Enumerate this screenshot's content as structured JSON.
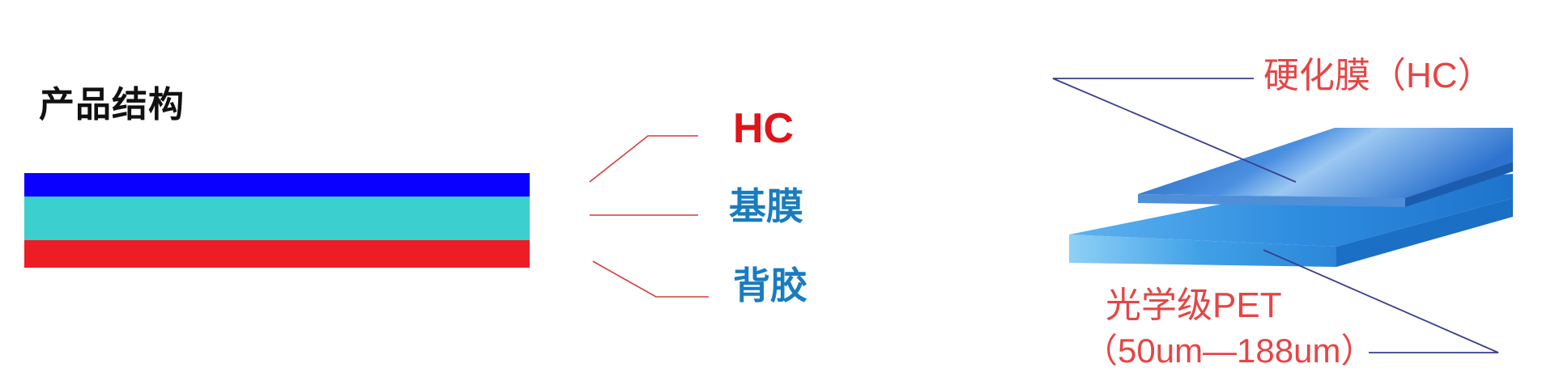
{
  "left": {
    "title": "产品结构",
    "layers": [
      {
        "color": "#0a00ff"
      },
      {
        "color": "#3ccfcf"
      },
      {
        "color": "#ee1c24"
      }
    ],
    "labels": {
      "hc": "HC",
      "base": "基膜",
      "back": "背胶"
    },
    "colors": {
      "hc": "#e0141b",
      "base": "#1a7cc0",
      "leader": "#d93a3a"
    }
  },
  "right": {
    "hc_label": "硬化膜（HC）",
    "pet_label": "光学级PET",
    "pet_range": "（50um—188um）",
    "colors": {
      "text": "#e64545",
      "leader": "#3a3f8c",
      "film": "#2a7fd0"
    }
  }
}
